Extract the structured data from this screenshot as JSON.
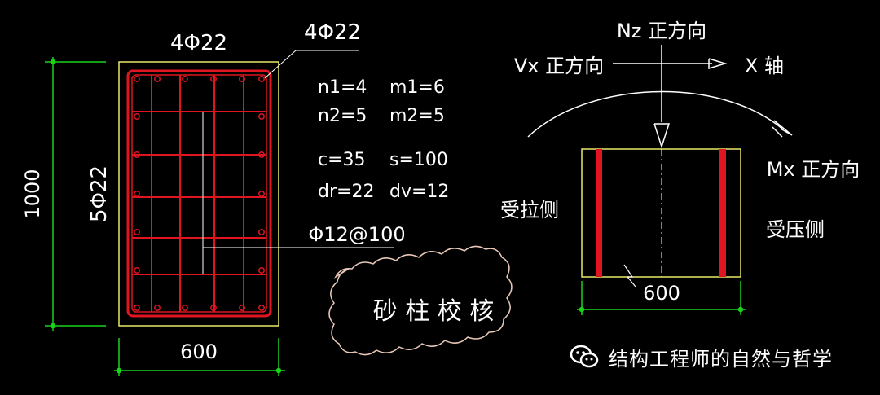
{
  "section": {
    "top_bars": "4Φ22",
    "top_bars_leader": "4Φ22",
    "side_bars": "5Φ22",
    "width_dim": "600",
    "height_dim": "1000",
    "stirrup": "Φ12@100"
  },
  "params": [
    {
      "left": "n1=4",
      "right": "m1=6"
    },
    {
      "left": "n2=5",
      "right": "m2=5"
    },
    {
      "left": "c=35",
      "right": "s=100"
    },
    {
      "left": "dr=22",
      "right": "dv=12"
    }
  ],
  "cloud_label": "砂 柱 校 核",
  "elevation": {
    "nz_label": "Nz 正方向",
    "vx_label": "Vx 正方向",
    "x_axis_label": "X 轴",
    "mx_label": "Mx 正方向",
    "tension_side": "受拉侧",
    "compression_side": "受压侧",
    "width_dim": "600"
  },
  "watermark": "结构工程师的自然与哲学",
  "colors": {
    "concrete_outline": "#e8e866",
    "rebar": "#e0151f",
    "dimension": "#19d419",
    "text": "#ffffff",
    "cloud": "#e8c8b8",
    "background": "#000000"
  }
}
